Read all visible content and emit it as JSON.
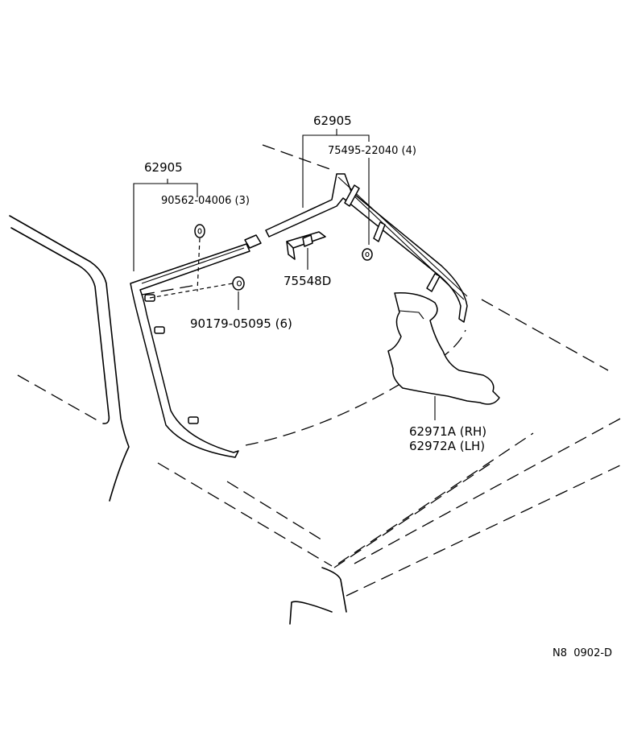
{
  "parts": {
    "moulding_left": "62905",
    "moulding_right": "62905",
    "clip_upper_left": "90562-04006 (3)",
    "clip_upper_right": "75495-22040 (4)",
    "nut": "90179-05095 (6)",
    "bracket": "75548D",
    "seal_rh": "62971A (RH)",
    "seal_lh": "62972A (LH)"
  },
  "footer_code": "N8  0902-D"
}
